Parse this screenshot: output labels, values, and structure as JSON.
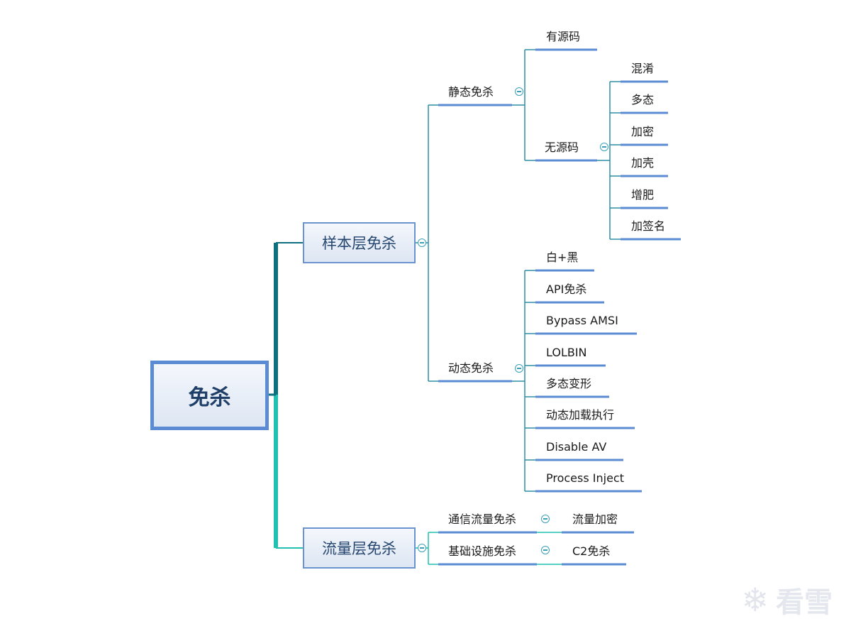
{
  "root": {
    "label": "免杀"
  },
  "sample": {
    "label": "样本层免杀",
    "static": {
      "label": "静态免杀",
      "with_source": "有源码",
      "no_source": {
        "label": "无源码",
        "items": [
          "混淆",
          "多态",
          "加密",
          "加壳",
          "增肥",
          "加签名"
        ]
      }
    },
    "dynamic": {
      "label": "动态免杀",
      "items": [
        "白+黑",
        "API免杀",
        "Bypass AMSI",
        "LOLBIN",
        "多态变形",
        "动态加载执行",
        "Disable AV",
        "Process Inject"
      ]
    }
  },
  "traffic": {
    "label": "流量层免杀",
    "comm": {
      "label": "通信流量免杀",
      "child": "流量加密"
    },
    "infra": {
      "label": "基础设施免杀",
      "child": "C2免杀"
    }
  },
  "watermark": {
    "text": "看雪"
  },
  "colors": {
    "underline": "#5b8bd3",
    "connector": "#2f8fa5",
    "trunk_dark": "#0e6f7f",
    "trunk_light": "#22c0b0"
  }
}
